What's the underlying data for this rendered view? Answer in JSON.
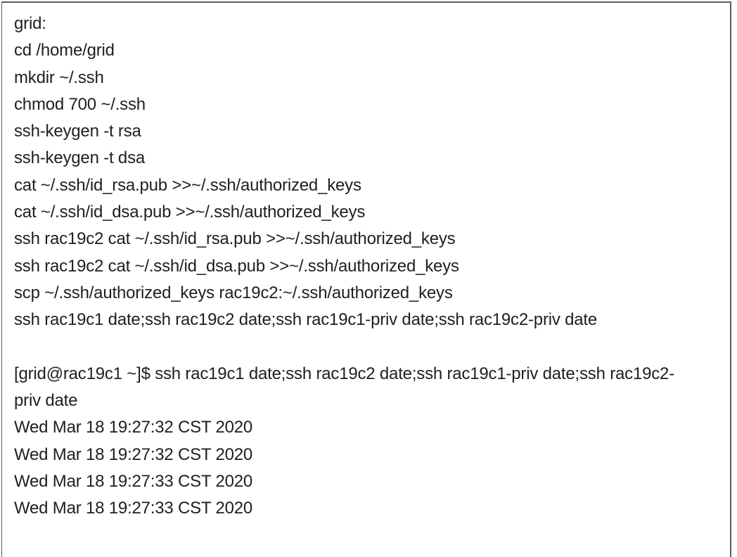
{
  "page": {
    "background_color": "#ffffff",
    "border_color": "#5c5c5c",
    "text_color": "#1f1f1f"
  },
  "code_block": {
    "description": "ssh user equivalence setup commands and date output for grid user on RAC nodes",
    "lines": [
      "grid:",
      "cd /home/grid",
      "mkdir ~/.ssh",
      "chmod 700 ~/.ssh",
      "ssh-keygen -t rsa",
      "ssh-keygen -t dsa",
      "cat ~/.ssh/id_rsa.pub >>~/.ssh/authorized_keys",
      "cat ~/.ssh/id_dsa.pub >>~/.ssh/authorized_keys",
      "ssh rac19c2 cat ~/.ssh/id_rsa.pub >>~/.ssh/authorized_keys",
      "ssh rac19c2 cat ~/.ssh/id_dsa.pub >>~/.ssh/authorized_keys",
      "scp ~/.ssh/authorized_keys rac19c2:~/.ssh/authorized_keys",
      "ssh rac19c1 date;ssh rac19c2 date;ssh rac19c1-priv date;ssh rac19c2-priv date",
      "",
      "[grid@rac19c1 ~]$ ssh rac19c1 date;ssh rac19c2 date;ssh rac19c1-priv date;ssh rac19c2-",
      "priv date",
      "Wed Mar 18 19:27:32 CST 2020",
      "Wed Mar 18 19:27:32 CST 2020",
      "Wed Mar 18 19:27:33 CST 2020",
      "Wed Mar 18 19:27:33 CST 2020"
    ]
  }
}
